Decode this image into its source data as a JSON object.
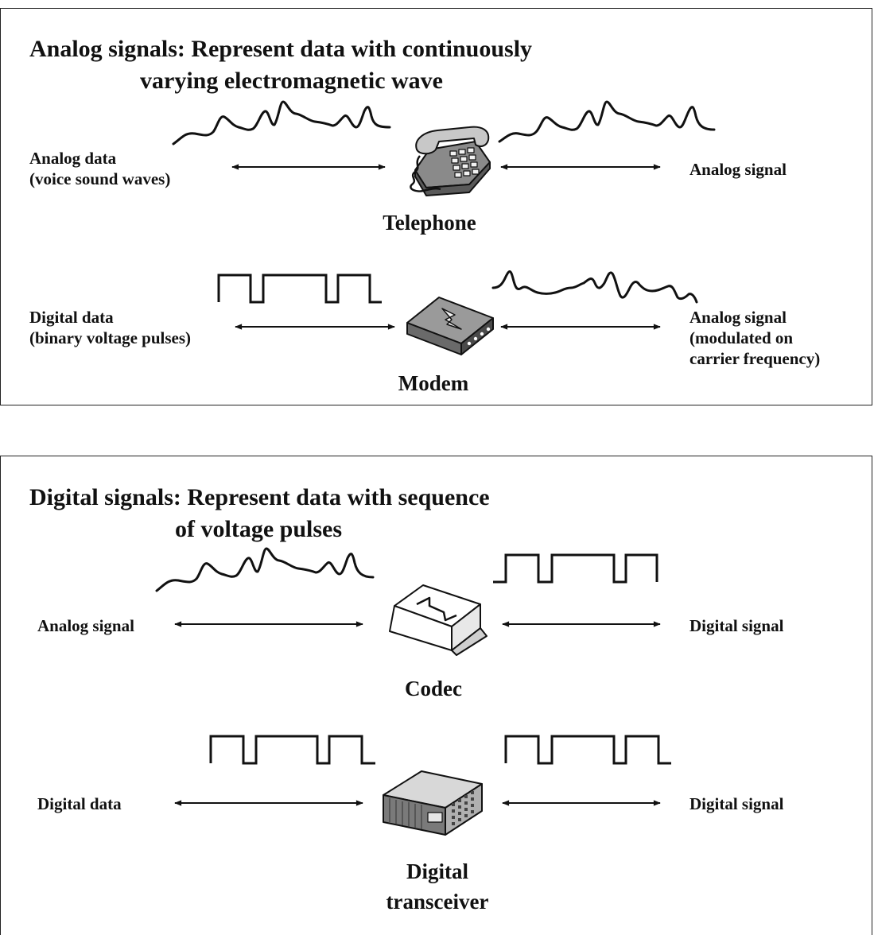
{
  "analog_panel": {
    "title_line1": "Analog signals: Represent data with continuously",
    "title_line2": "varying electromagnetic wave",
    "telephone_row": {
      "left_label_line1": "Analog data",
      "left_label_line2": "(voice sound waves)",
      "device_label": "Telephone",
      "right_label": "Analog signal",
      "device_icon": "telephone-icon"
    },
    "modem_row": {
      "left_label_line1": "Digital data",
      "left_label_line2": "(binary voltage pulses)",
      "device_label": "Modem",
      "right_label_line1": "Analog signal",
      "right_label_line2": "(modulated on",
      "right_label_line3": "carrier frequency)",
      "device_icon": "modem-icon"
    }
  },
  "digital_panel": {
    "title_line1": "Digital signals: Represent data with sequence",
    "title_line2": "of voltage pulses",
    "codec_row": {
      "left_label": "Analog signal",
      "device_label": "Codec",
      "right_label": "Digital signal",
      "device_icon": "codec-icon"
    },
    "transceiver_row": {
      "left_label": "Digital data",
      "device_label_line1": "Digital",
      "device_label_line2": "transceiver",
      "right_label": "Digital signal",
      "device_icon": "transceiver-icon"
    }
  }
}
